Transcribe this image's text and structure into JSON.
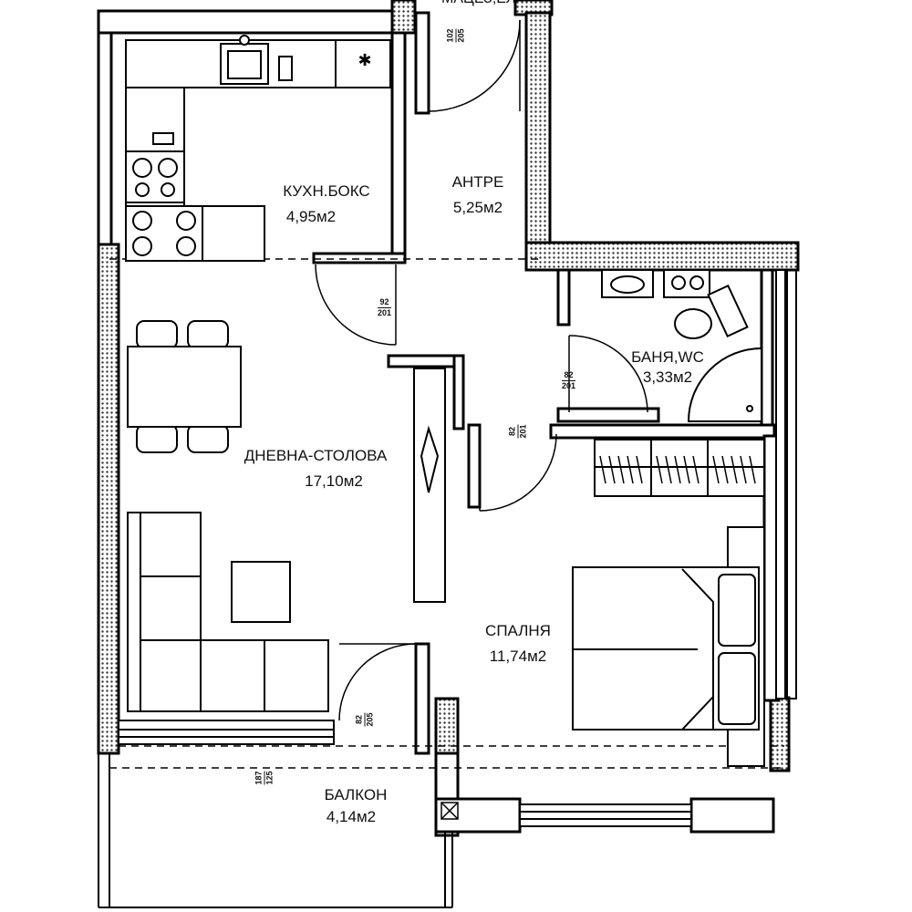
{
  "rooms": {
    "kitchen": {
      "name": "КУХН.БОКС",
      "area": "4,95м2"
    },
    "entry": {
      "name": "АНТРЕ",
      "area": "5,25м2"
    },
    "living": {
      "name": "ДНЕВНА-СТОЛОВА",
      "area": "17,10м2"
    },
    "bath": {
      "name": "БАНЯ,WC",
      "area": "3,33м2"
    },
    "bedroom": {
      "name": "СПАЛНЯ",
      "area": "11,74м2"
    },
    "balcony": {
      "name": "БАЛКОН",
      "area": "4,14м2"
    }
  },
  "doors": {
    "entrance": {
      "width": "102",
      "height": "205"
    },
    "kitchen_living": {
      "width": "92",
      "height": "201"
    },
    "bath": {
      "width": "82",
      "height": "201"
    },
    "bedroom": {
      "width": "82",
      "height": "201"
    },
    "balcony_door": {
      "width": "82",
      "height": "205"
    },
    "balcony_window": {
      "width": "187",
      "height": "125"
    }
  },
  "top_cut_text": "МАЦЕЗ,ЕЛ"
}
